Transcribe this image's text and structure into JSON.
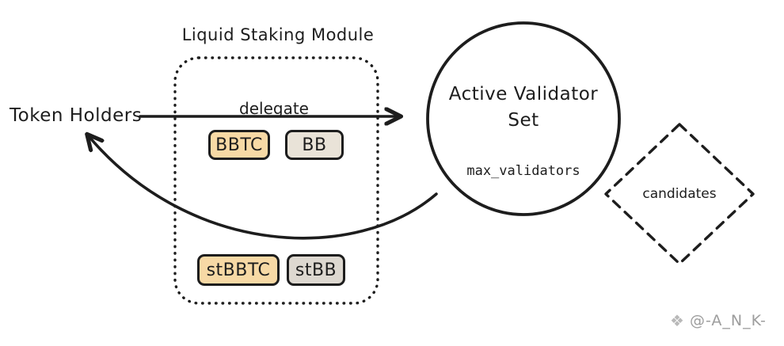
{
  "diagram": {
    "title": "Liquid Staking Module",
    "token_holders_label": "Token Holders",
    "delegate_label": "delegate",
    "badges": {
      "bbtc": "BBTC",
      "bb": "BB",
      "stbbtc": "stBBTC",
      "stbb": "stBB"
    },
    "validator_circle": {
      "line1": "Active Validator",
      "line2": "Set",
      "subtext": "max_validators"
    },
    "candidates_label": "candidates",
    "watermark": {
      "icon": "❖",
      "text": "@-A_N_K-"
    },
    "colors": {
      "ink": "#1d1d1d",
      "badge_orange": "#f7d9a5",
      "badge_beige": "#e9e3d8",
      "badge_gray": "#ddd8d0",
      "watermark_gray": "#9d9d9d"
    }
  }
}
